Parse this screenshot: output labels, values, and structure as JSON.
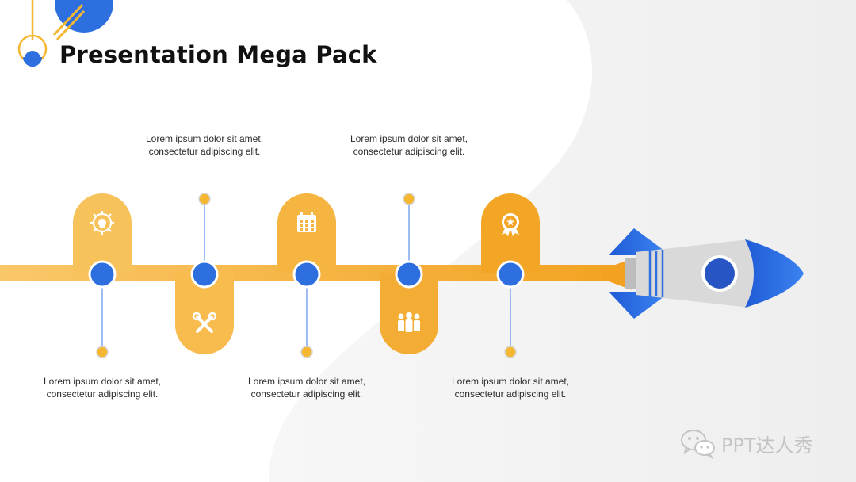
{
  "title": "Presentation Mega Pack",
  "steps": [
    {
      "label": "Lorem ipsum dolor sit amet, consectetur adipiscing elit.",
      "icon": "lightbulb-gear-icon"
    },
    {
      "label": "Lorem ipsum dolor sit amet, consectetur adipiscing elit.",
      "icon": "tools-icon"
    },
    {
      "label": "Lorem ipsum dolor sit amet, consectetur adipiscing elit.",
      "icon": "calendar-icon"
    },
    {
      "label": "Lorem ipsum dolor sit amet, consectetur adipiscing elit.",
      "icon": "team-icon"
    },
    {
      "label": "Lorem ipsum dolor sit amet, consectetur adipiscing elit.",
      "icon": "award-icon"
    }
  ],
  "watermark": {
    "text": "PPT达人秀"
  },
  "colors": {
    "accent_orange": "#F5A623",
    "light_orange": "#F9C35E",
    "accent_blue": "#2E6FE0",
    "rocket_gray": "#D8D8D8",
    "text": "#2b2b2b"
  }
}
